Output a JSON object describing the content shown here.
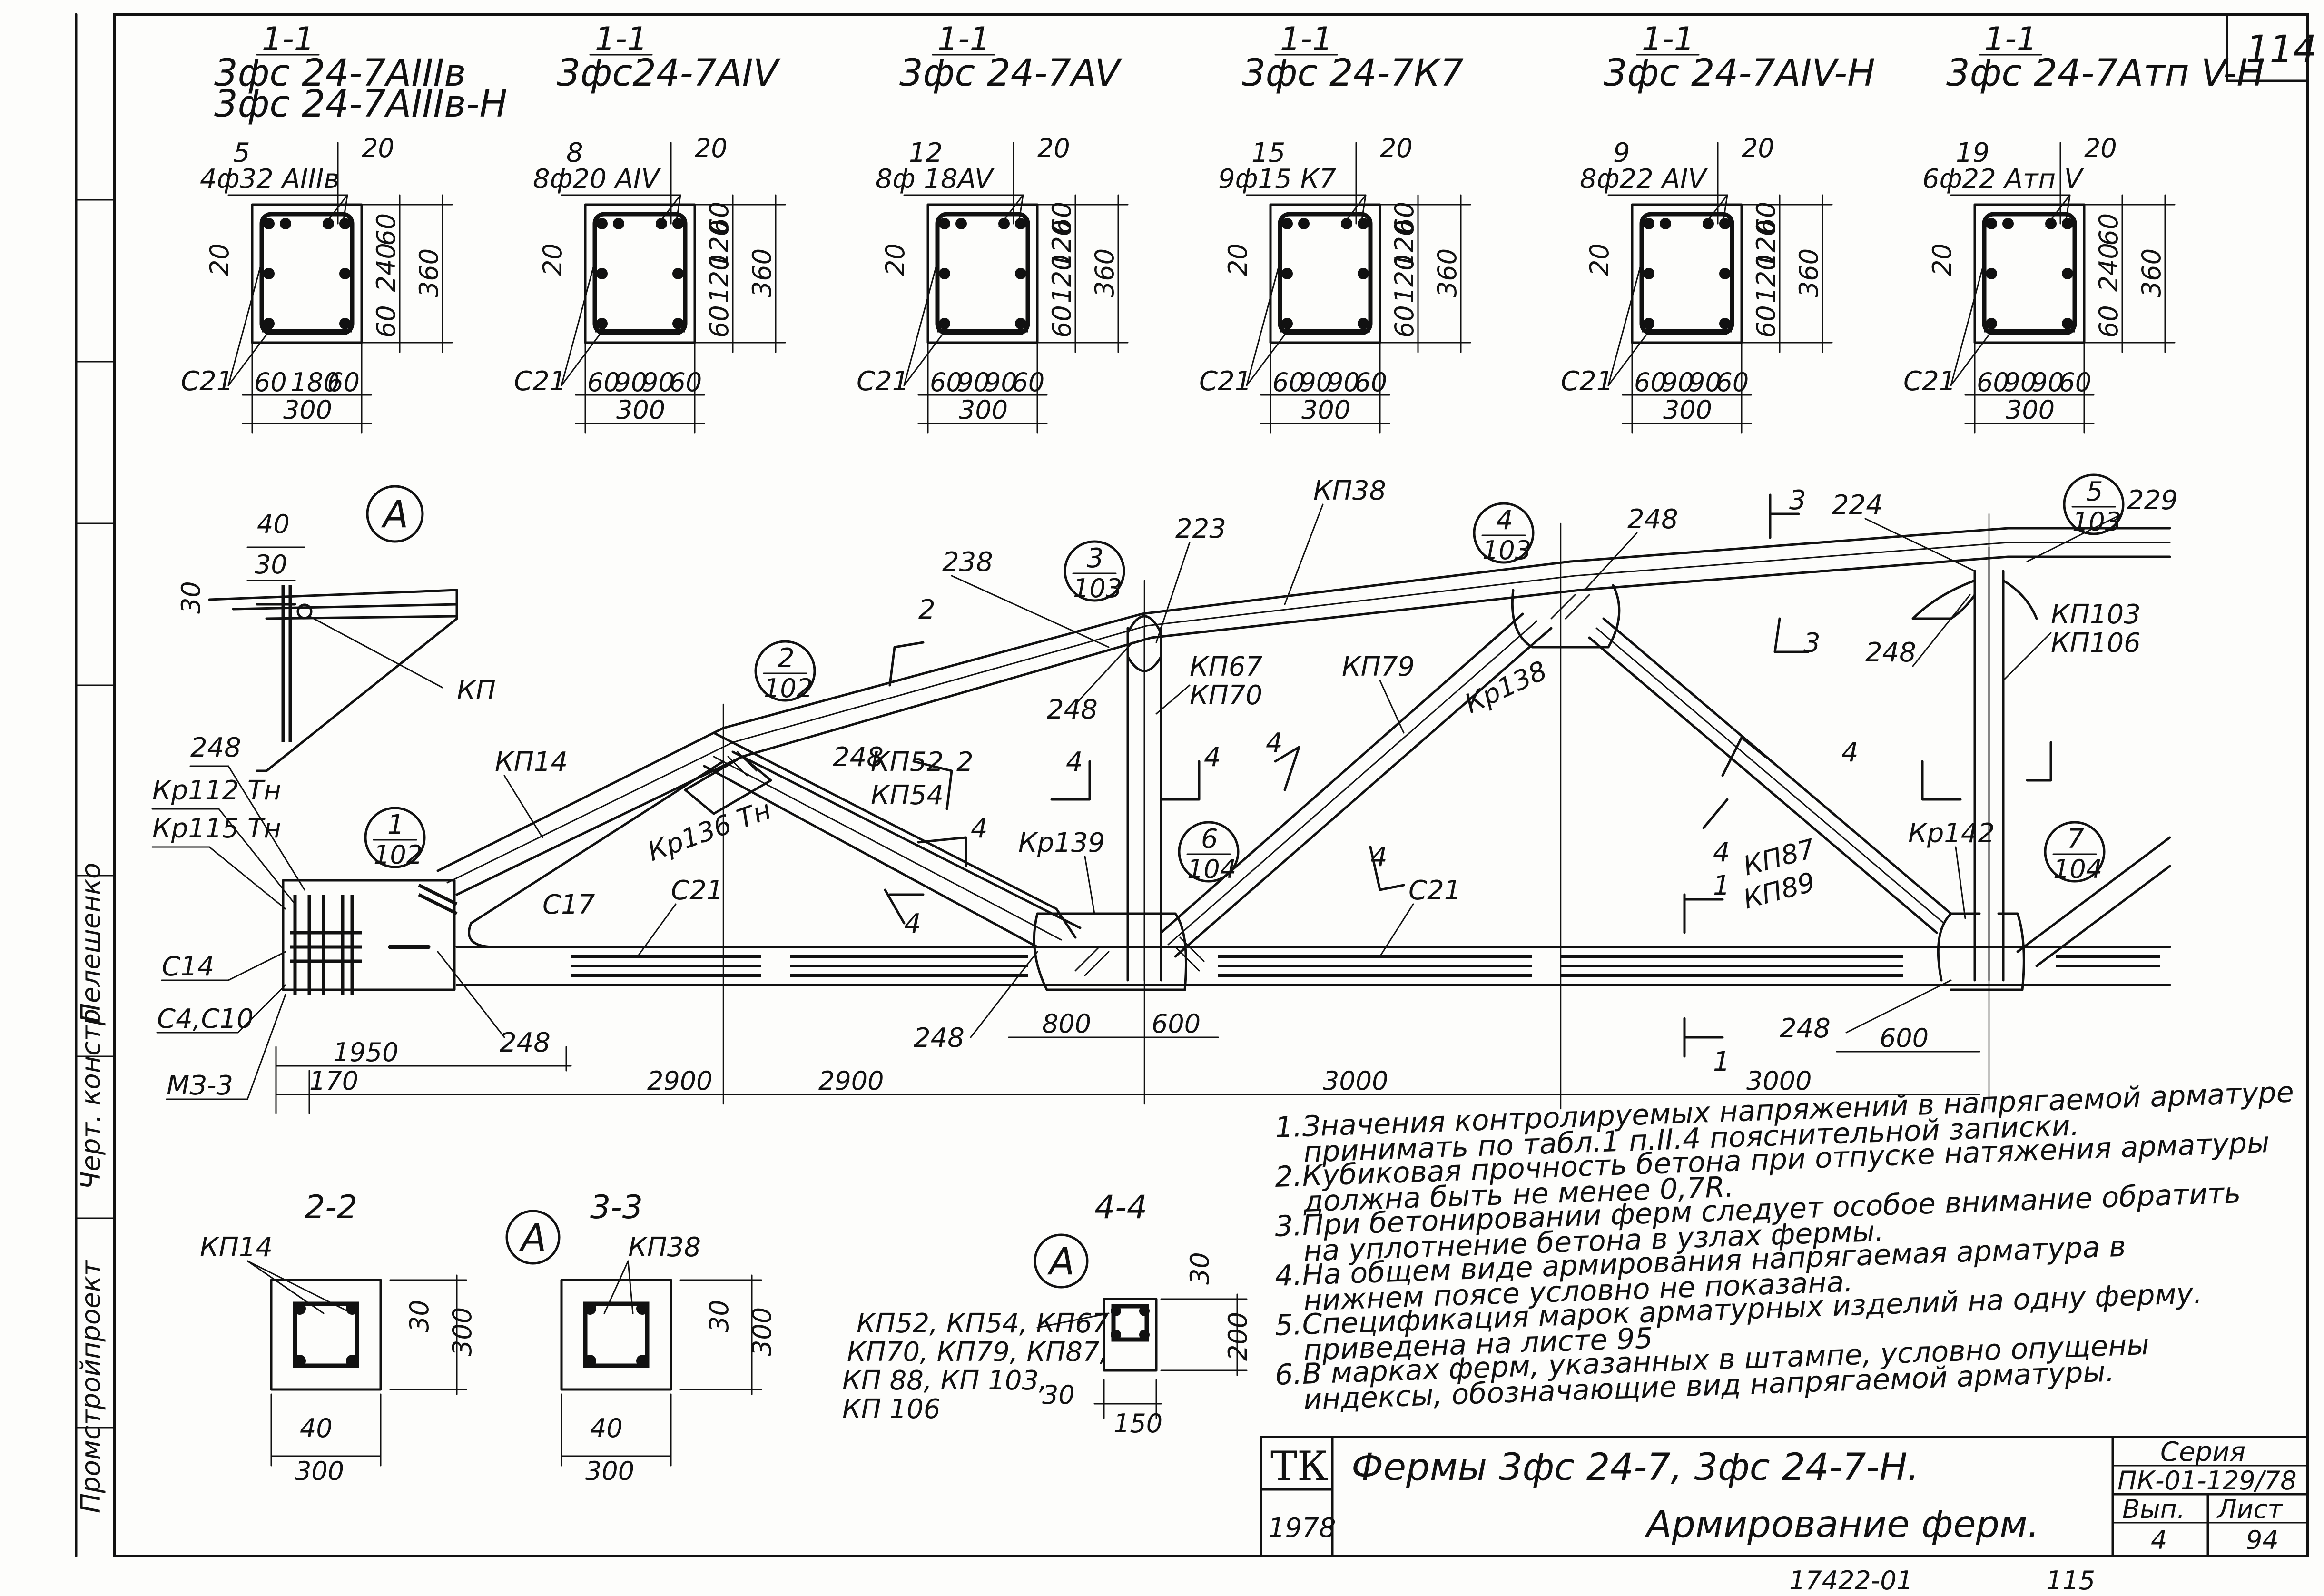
{
  "page_number": "114",
  "sections_top": [
    {
      "cut": "1-1",
      "marks": [
        "3фс 24-7AIIIв",
        "3фс 24-7AIIIв-Н"
      ],
      "bars": "4ф32 AIIIв",
      "count": "5",
      "frame": "С21",
      "dims_bottom": [
        "60",
        "180",
        "60"
      ],
      "width": "300",
      "dims_side": [
        "60",
        "240",
        "60"
      ],
      "height": "360",
      "cover": "20",
      "top_left": "20"
    },
    {
      "cut": "1-1",
      "marks": [
        "3фс24-7AIV"
      ],
      "bars": "8ф20 AIV",
      "count": "8",
      "frame": "С21",
      "dims_bottom": [
        "60",
        "90",
        "90",
        "60"
      ],
      "width": "300",
      "dims_side": [
        "60",
        "120",
        "120",
        "60"
      ],
      "height": "360",
      "cover": "20",
      "top_left": "20"
    },
    {
      "cut": "1-1",
      "marks": [
        "3фс 24-7AV"
      ],
      "bars": "8ф 18AV",
      "count": "12",
      "frame": "С21",
      "dims_bottom": [
        "60",
        "90",
        "90",
        "60"
      ],
      "width": "300",
      "dims_side": [
        "60",
        "120",
        "120",
        "60"
      ],
      "height": "360",
      "cover": "20",
      "top_left": "20"
    },
    {
      "cut": "1-1",
      "marks": [
        "3фс 24-7К7"
      ],
      "bars": "9ф15 К7",
      "count": "15",
      "frame": "С21",
      "dims_bottom": [
        "60",
        "90",
        "90",
        "60"
      ],
      "width": "300",
      "dims_side": [
        "60",
        "120",
        "120",
        "60"
      ],
      "height": "360",
      "cover": "20",
      "top_left": "20"
    },
    {
      "cut": "1-1",
      "marks": [
        "3фс 24-7AIV-Н"
      ],
      "bars": "8ф22 AIV",
      "count": "9",
      "frame": "С21",
      "dims_bottom": [
        "60",
        "90",
        "90",
        "60"
      ],
      "width": "300",
      "dims_side": [
        "60",
        "120",
        "120",
        "60"
      ],
      "height": "360",
      "cover": "20",
      "top_left": "20"
    },
    {
      "cut": "1-1",
      "marks": [
        "3фс 24-7Атп V-Н"
      ],
      "bars": "6ф22 Атп V",
      "count": "19",
      "frame": "С21",
      "dims_bottom": [
        "60",
        "90",
        "90",
        "60"
      ],
      "width": "300",
      "dims_side": [
        "60",
        "240",
        "60"
      ],
      "height": "360",
      "cover": "20",
      "top_left": "20"
    }
  ],
  "detail_a": {
    "label": "A",
    "dim_top": "40",
    "dim_inner": "30",
    "dim_side": "30",
    "callout": "КП"
  },
  "truss_labels": {
    "left_end": [
      "248",
      "Кр112 Тн",
      "Кр115 Тн",
      "С14",
      "С4,С10",
      "МЗ-3"
    ],
    "members": [
      "КП14",
      "С17",
      "С21",
      "248",
      "КП52",
      "КП54",
      "Кр136 Тн",
      "238",
      "223",
      "248",
      "КП67",
      "КП70",
      "Кр139",
      "КП38",
      "КП79",
      "Кр138",
      "248",
      "С21",
      "КП87",
      "КП89",
      "224",
      "229",
      "КП103",
      "КП106",
      "248",
      "Кр142",
      "248",
      "248",
      "248"
    ],
    "nodes": [
      {
        "num": "1",
        "sheet": "102"
      },
      {
        "num": "2",
        "sheet": "102"
      },
      {
        "num": "3",
        "sheet": "103"
      },
      {
        "num": "4",
        "sheet": "103"
      },
      {
        "num": "5",
        "sheet": "103"
      },
      {
        "num": "6",
        "sheet": "104"
      },
      {
        "num": "7",
        "sheet": "104"
      }
    ],
    "cut_marks": [
      "2",
      "2",
      "3",
      "3",
      "4",
      "4",
      "4",
      "4",
      "4",
      "4",
      "4",
      "4",
      "1",
      "1"
    ],
    "dims_lower": [
      "1950",
      "170",
      "2900",
      "2900",
      "800",
      "600",
      "3000",
      "3000",
      "600"
    ]
  },
  "sections_bottom": [
    {
      "cut": "2-2",
      "member": "КП14",
      "dim_inner": "30",
      "height": "300",
      "offset": "40",
      "width": "300"
    },
    {
      "cut": "3-3",
      "member": "КП38",
      "dim_inner": "30",
      "height": "300",
      "offset": "40",
      "width": "300"
    },
    {
      "cut": "4-4",
      "members": [
        "КП52, КП54, КП67",
        "КП70, КП79, КП87,",
        "КП 88, КП 103,",
        "КП 106"
      ],
      "dim_inner": "30",
      "height": "200",
      "offset": "30",
      "width": "150"
    }
  ],
  "detail_refs": [
    "A",
    "A",
    "A"
  ],
  "notes": [
    "1.Значения контролируемых напряжений в напрягаемой арматуре",
    "принимать по табл.1 п.II.4 пояснительной записки.",
    "2.Кубиковая прочность бетона при отпуске натяжения арматуры",
    "должна быть не менее 0,7R.",
    "3.При бетонировании ферм следует особое внимание обратить",
    "на уплотнение бетона в узлах фермы.",
    "4.На общем виде армирования напрягаемая арматура в",
    "нижнем поясе условно не показана.",
    "5.Спецификация марок арматурных изделий на одну ферму.",
    "приведена на листе 95",
    "6.В марках ферм, указанных в штампе, условно опущены",
    "индексы, обозначающие вид напрягаемой арматуры."
  ],
  "stamp": {
    "org": "ТК",
    "year": "1978",
    "title_1": "Фермы 3фс 24-7, 3фс 24-7-Н.",
    "title_2": "Армирование ферм.",
    "series_label": "Серия",
    "series": "ПК-01-129/78",
    "issue_label": "Вып.",
    "issue": "4",
    "sheet_label": "Лист",
    "sheet": "94"
  },
  "side_strip": [
    "Промстройпроект",
    "Черт. констр",
    "Пелешенко"
  ],
  "footer": {
    "code": "17422-01",
    "page": "115"
  }
}
